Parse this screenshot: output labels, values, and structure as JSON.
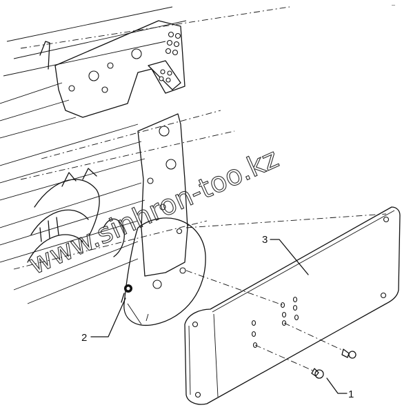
{
  "diagram": {
    "callouts": [
      {
        "id": "callout-1",
        "label": "1"
      },
      {
        "id": "callout-2",
        "label": "2"
      },
      {
        "id": "callout-3",
        "label": "3"
      }
    ],
    "watermark": "www.sinhron-too.kz",
    "corner_mark": "–"
  }
}
